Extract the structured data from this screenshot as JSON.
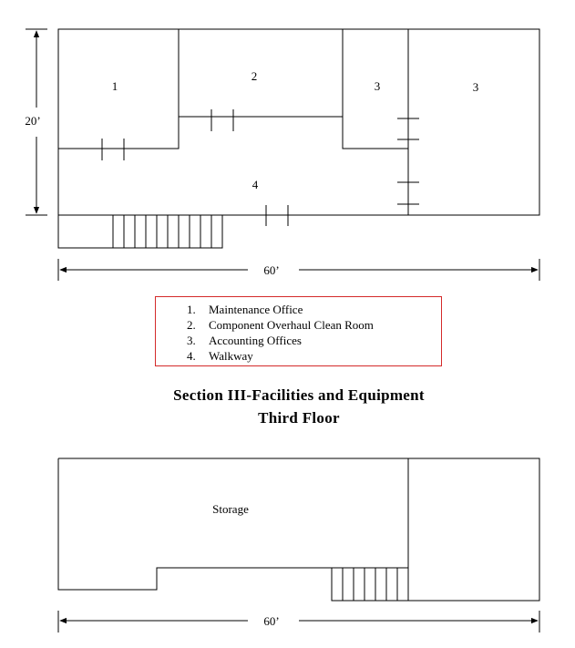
{
  "top_plan": {
    "room_labels": [
      "1",
      "2",
      "3",
      "3",
      "4"
    ],
    "height_dimension": "20’",
    "width_dimension": "60’"
  },
  "legend": {
    "items": [
      {
        "number": "1.",
        "text": "Maintenance Office"
      },
      {
        "number": "2.",
        "text": "Component Overhaul Clean Room"
      },
      {
        "number": "3.",
        "text": "Accounting Offices"
      },
      {
        "number": "4.",
        "text": "Walkway"
      }
    ],
    "border_color": "#d42a2a"
  },
  "heading": {
    "title": "Section III-Facilities and Equipment",
    "subtitle": "Third Floor"
  },
  "bottom_plan": {
    "room_label": "Storage",
    "width_dimension": "60’"
  }
}
